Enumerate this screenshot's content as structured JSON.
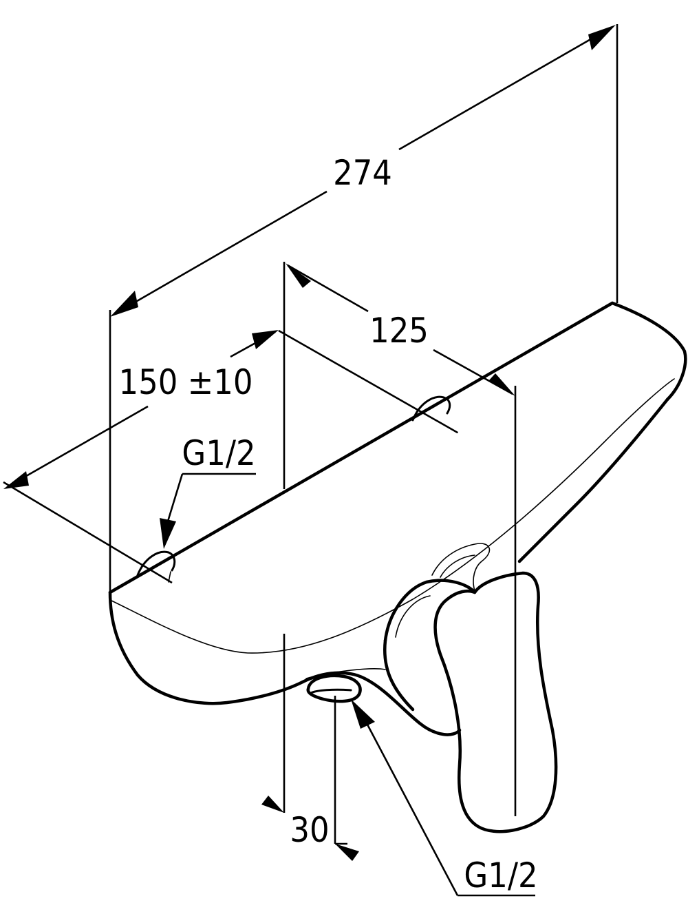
{
  "diagram": {
    "dimensions": {
      "overall_width": "274",
      "center_distance": "150 ±10",
      "depth": "125",
      "outlet_offset": "30"
    },
    "threads": {
      "inlet": "G1/2",
      "outlet": "G1/2"
    },
    "colors": {
      "ink": "#000000",
      "background": "#ffffff"
    }
  }
}
